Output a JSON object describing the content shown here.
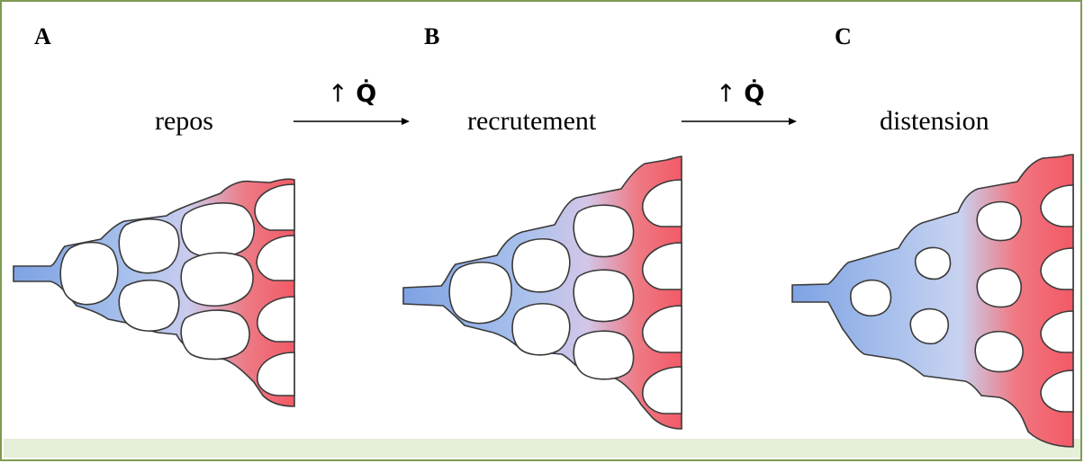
{
  "panels": [
    {
      "letter": "A",
      "label": "repos"
    },
    {
      "letter": "B",
      "label": "recrutement"
    },
    {
      "letter": "C",
      "label": "distension"
    }
  ],
  "transitions": [
    {
      "arrow_symbol": "↑",
      "quantity": "Q̇"
    },
    {
      "arrow_symbol": "↑",
      "quantity": "Q̇"
    }
  ],
  "colors": {
    "frame_border": "#7f9a52",
    "bottom_strip": "#e6efd8",
    "arteriole_blue": "#8fb0e6",
    "mid_lavender": "#c7cff0",
    "venule_red": "#f0606a",
    "outline": "#3a3a3a"
  }
}
